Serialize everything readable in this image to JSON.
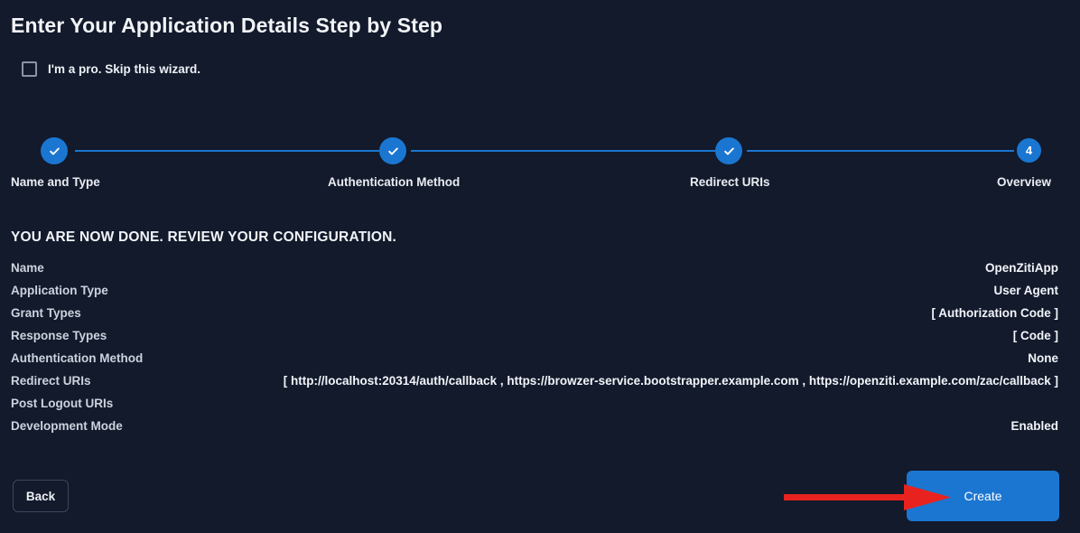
{
  "page": {
    "title": "Enter Your Application Details Step by Step",
    "review_heading": "YOU ARE NOW DONE. REVIEW YOUR CONFIGURATION."
  },
  "skip_wizard": {
    "label": "I'm a pro. Skip this wizard.",
    "checked": false
  },
  "stepper": {
    "steps": [
      {
        "label": "Name and Type",
        "state": "complete",
        "marker": "✓"
      },
      {
        "label": "Authentication Method",
        "state": "complete",
        "marker": "✓"
      },
      {
        "label": "Redirect URIs",
        "state": "complete",
        "marker": "✓"
      },
      {
        "label": "Overview",
        "state": "current",
        "marker": "4"
      }
    ]
  },
  "summary": {
    "rows": [
      {
        "label": "Name",
        "value": "OpenZitiApp"
      },
      {
        "label": "Application Type",
        "value": "User Agent"
      },
      {
        "label": "Grant Types",
        "value": "[ Authorization Code ]"
      },
      {
        "label": "Response Types",
        "value": "[ Code ]"
      },
      {
        "label": "Authentication Method",
        "value": "None"
      },
      {
        "label": "Redirect URIs",
        "value": "[ http://localhost:20314/auth/callback , https://browzer-service.bootstrapper.example.com , https://openziti.example.com/zac/callback ]"
      },
      {
        "label": "Post Logout URIs",
        "value": ""
      },
      {
        "label": "Development Mode",
        "value": "Enabled"
      }
    ]
  },
  "footer": {
    "back_label": "Back",
    "create_label": "Create"
  },
  "annotation": {
    "arrow_color": "#e8231f",
    "points_to": "create-button"
  },
  "colors": {
    "background": "#121a2b",
    "accent_blue": "#1b76d1",
    "text_primary": "#f2f4f9",
    "text_secondary": "#cdd2de",
    "annotation_red": "#e8231f"
  }
}
